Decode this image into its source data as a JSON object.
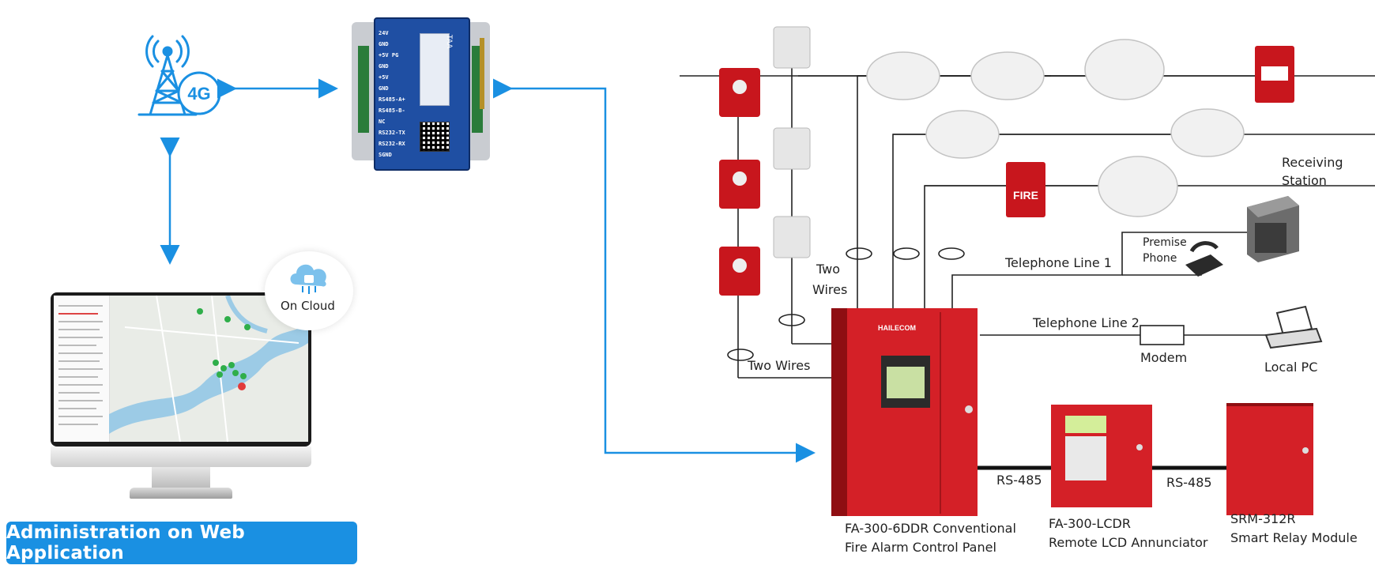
{
  "admin": {
    "button_label": "Administration on Web Application"
  },
  "cloud": {
    "label": "On Cloud"
  },
  "gateway": {
    "pins": [
      "24V",
      "GND",
      "+5V PG",
      "GND",
      "+5V",
      "GND",
      "RS485-A+",
      "RS485-B-",
      "NC",
      "RS232-TX",
      "RS232-RX",
      "SGND"
    ],
    "brand": "TAA"
  },
  "tower": {
    "badge": "4G"
  },
  "diagram": {
    "two_wires_a_line1": "Two",
    "two_wires_a_line2": "Wires",
    "two_wires_b": "Two Wires",
    "telephone_line_1": "Telephone Line 1",
    "telephone_line_2": "Telephone Line 2",
    "premise_line1": "Premise",
    "premise_line2": "Phone",
    "receiving_line1": "Receiving",
    "receiving_line2": "Station",
    "modem": "Modem",
    "local_pc": "Local PC",
    "rs485_a": "RS-485",
    "rs485_b": "RS-485",
    "fire_label": "FIRE",
    "panel_brand": "HAILECOM",
    "panel_name_line1": "FA-300-6DDR Conventional",
    "panel_name_line2": "Fire Alarm Control Panel",
    "lcd_name_line1": "FA-300-LCDR",
    "lcd_name_line2": "Remote LCD Annunciator",
    "relay_name_line1": "SRM-312R",
    "relay_name_line2": "Smart Relay Module"
  },
  "colors": {
    "accent_blue": "#1a90e2",
    "alarm_red": "#d42027",
    "dark_red": "#8f0e12"
  }
}
